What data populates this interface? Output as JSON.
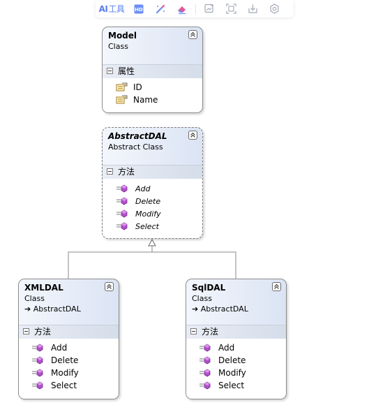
{
  "toolbar": {
    "ai_label": "AI",
    "ai_label_suffix": "工具",
    "icons": [
      "hd-image-icon",
      "magic-pen-icon",
      "eraser-icon",
      "edit-image-icon",
      "crop-icon",
      "download-icon",
      "settings-icon"
    ]
  },
  "colors": {
    "toolbar_accent": "#5b7df0",
    "shape_header": "#dbe4f4",
    "shape_border": "#8c8c8c",
    "method_icon": "#b44fcf",
    "property_icon": "#e0b53a"
  },
  "classes": {
    "model": {
      "name": "Model",
      "kind": "Class",
      "section_label": "属性",
      "members": [
        "ID",
        "Name"
      ]
    },
    "abstract_dal": {
      "name": "AbstractDAL",
      "kind": "Abstract Class",
      "section_label": "方法",
      "members": [
        "Add",
        "Delete",
        "Modify",
        "Select"
      ]
    },
    "xml_dal": {
      "name": "XMLDAL",
      "kind": "Class",
      "base": "AbstractDAL",
      "section_label": "方法",
      "members": [
        "Add",
        "Delete",
        "Modify",
        "Select"
      ]
    },
    "sql_dal": {
      "name": "SqlDAL",
      "kind": "Class",
      "base": "AbstractDAL",
      "section_label": "方法",
      "members": [
        "Add",
        "Delete",
        "Modify",
        "Select"
      ]
    }
  }
}
